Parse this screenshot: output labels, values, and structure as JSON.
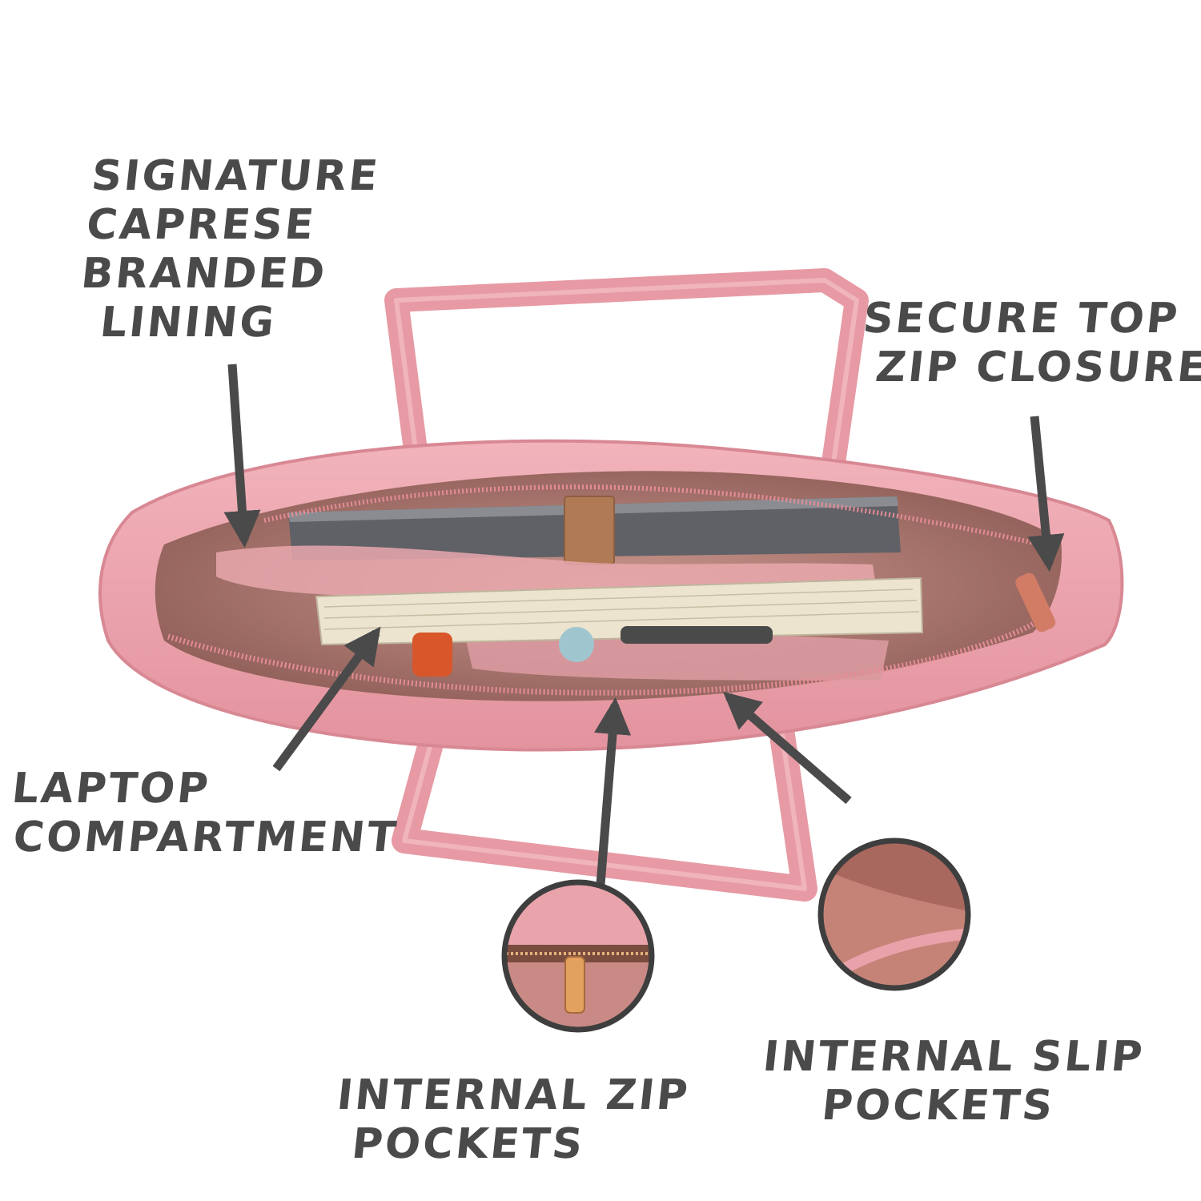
{
  "image": {
    "subject": "pink tote bag interior",
    "colors": {
      "background": "#ffffff",
      "leather": "#eba2ab",
      "leather_dark": "#d98a94",
      "lining": "#9c6a62",
      "lining_light": "#c99a92",
      "tab": "#b07a55",
      "laptop": "#6b6d72",
      "book_pages": "#ece4cf",
      "annotation": "#4a4a4a"
    }
  },
  "callouts": {
    "lining": {
      "lines": [
        "SIGNATURE",
        "CAPRESE",
        "BRANDED",
        "LINING"
      ]
    },
    "zip_closure": {
      "lines": [
        "SECURE TOP",
        "ZIP CLOSURE"
      ]
    },
    "laptop": {
      "lines": [
        "LAPTOP",
        "COMPARTMENT"
      ]
    },
    "zip_pockets": {
      "lines": [
        "INTERNAL ZIP",
        "POCKETS"
      ]
    },
    "slip_pockets": {
      "lines": [
        "INTERNAL SLIP",
        "POCKETS"
      ]
    }
  }
}
